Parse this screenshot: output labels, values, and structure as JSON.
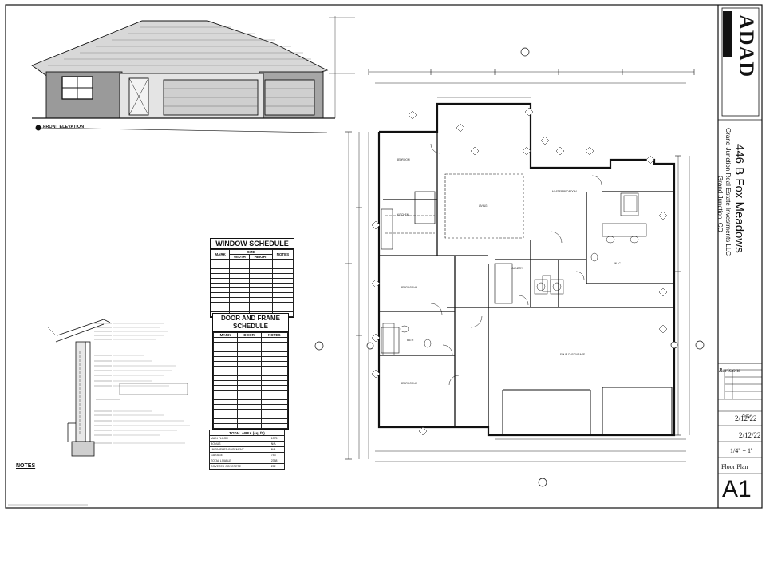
{
  "title_block": {
    "project_title": "446 B Fox Meadows",
    "client": "Grand Junction Real Estate Investments LLC",
    "location": "Grand Junction, CO",
    "firm_logo": "ADAD",
    "revisions_label": "Revisions",
    "scale_label_value": "5/5/",
    "date_1": "2/12/22",
    "date_2": "2/12/22",
    "scale": "1/4\" = 1'",
    "sheet_title": "Floor Plan",
    "sheet_number": "A1"
  },
  "front_elevation": {
    "label": "FRONT ELEVATION"
  },
  "window_schedule": {
    "title": "WINDOW SCHEDULE",
    "headers": [
      "MARK",
      "SIZE",
      "NOTES"
    ],
    "subheaders": [
      "WIDTH",
      "HEIGHT"
    ],
    "row_count": 12
  },
  "door_schedule": {
    "title": "DOOR AND FRAME SCHEDULE",
    "headers": [
      "MARK",
      "DOOR",
      "NOTES"
    ],
    "row_count": 19
  },
  "total_area": {
    "title": "TOTAL AREA (sq. ft.)",
    "rows": [
      {
        "label": "MAIN FLOOR",
        "value": "1375"
      },
      {
        "label": "BONUS",
        "value": "N/A"
      },
      {
        "label": "UNFINISHED BASEMENT",
        "value": "N/A"
      },
      {
        "label": "GARAGE",
        "value": "753"
      },
      {
        "label": "TOTAL LIVABLE",
        "value": "2358"
      },
      {
        "label": "COVERED CONCRETE",
        "value": "252"
      }
    ]
  },
  "notes": {
    "heading": "NOTES"
  },
  "rooms": {
    "bed1": "BEDROOM",
    "bed2": "BEDROOM #2",
    "bed3": "BEDROOM #3",
    "kitchen": "KITCHEN",
    "living": "LIVING",
    "master": "MASTER BEDROOM",
    "bath": "BATH",
    "laundry": "LAUNDRY",
    "garage": "FOUR CAR GARAGE",
    "wic": "W.I.C."
  },
  "colors": {
    "ink": "#111111",
    "paper": "#ffffff",
    "grid": "#555555"
  }
}
